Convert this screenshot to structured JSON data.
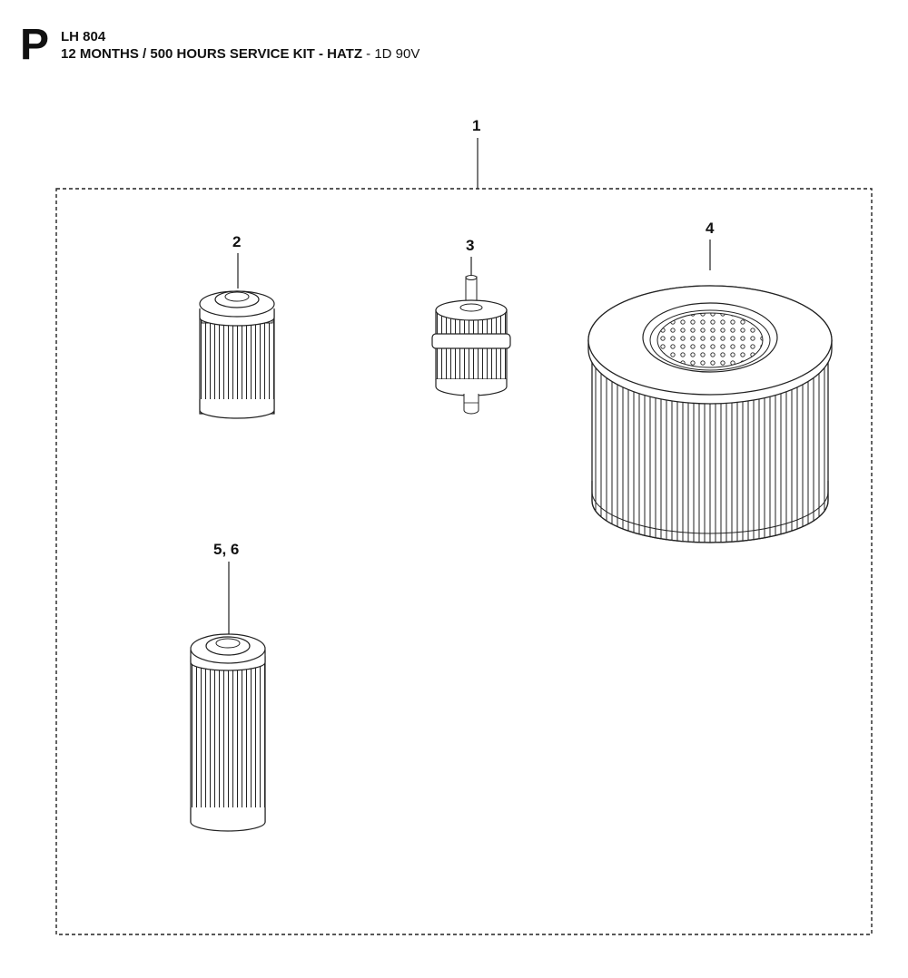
{
  "header": {
    "section_letter": "P",
    "model": "LH 804",
    "title_bold": "12 MONTHS / 500 HOURS SERVICE KIT - HATZ",
    "title_sep": " - ",
    "title_engine": "1D 90V"
  },
  "callouts": {
    "kit": "1",
    "part_2": "2",
    "part_3": "3",
    "part_4": "4",
    "part_5_6": "5, 6"
  }
}
